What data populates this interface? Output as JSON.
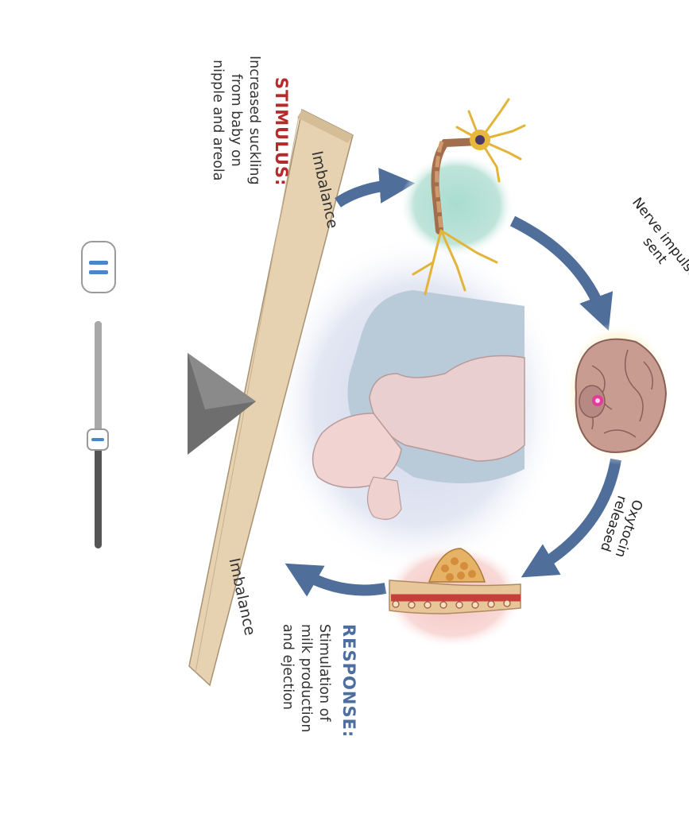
{
  "stimulus": {
    "title": "STIMULUS:",
    "lines": [
      "Increased suckling",
      "from baby on",
      "nipple and areola"
    ]
  },
  "response": {
    "title": "RESPONSE:",
    "lines": [
      "Stimulation of",
      "milk production",
      "and ejection"
    ]
  },
  "arrows": {
    "nerve": [
      "Nerve impulses",
      "sent"
    ],
    "oxytocin": [
      "Oxytocin",
      "released"
    ]
  },
  "seesaw": {
    "upper_label": "Imbalance",
    "lower_label": "Imbalance"
  },
  "slider": {
    "level": 0.52
  },
  "colors": {
    "stimulus": "#b52a2a",
    "response": "#4f6ea0",
    "arrow": "#4f6f9a",
    "plank": "#e8d5b5",
    "fulcrum": "#6e6e6e",
    "neuron": "#e8b83a"
  },
  "icons": [
    "neuron-icon",
    "brain-icon",
    "breast-tissue-icon",
    "mother-baby-illustration",
    "fulcrum-icon"
  ]
}
